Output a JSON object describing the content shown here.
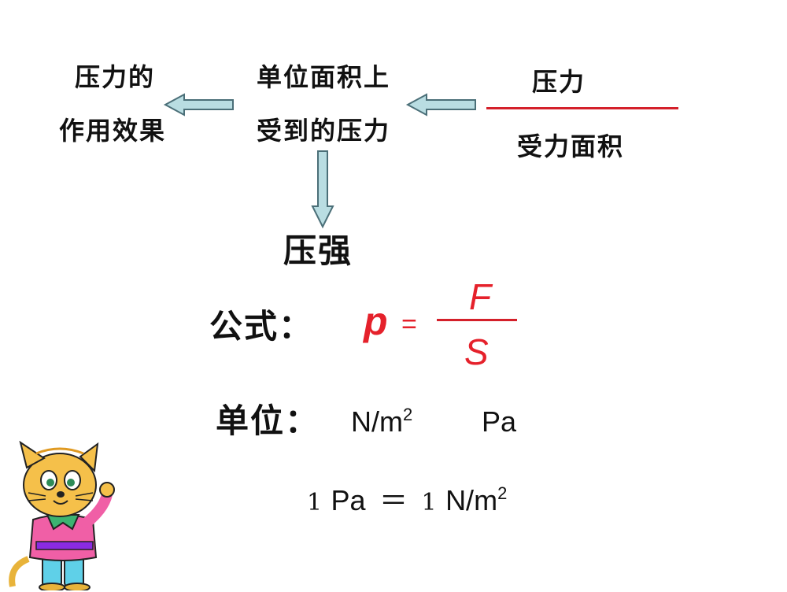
{
  "flow": {
    "effect_line1": "压力的",
    "effect_line2": "作用效果",
    "unit_area_line1": "单位面积上",
    "unit_area_line2": "受到的压力",
    "numerator": "压力",
    "denominator": "受力面积",
    "result": "压强"
  },
  "formula": {
    "label": "公式：",
    "lhs": "p",
    "equals": "=",
    "numerator": "F",
    "denominator": "S"
  },
  "units": {
    "label": "单位：",
    "unit1_base": "N/m",
    "unit1_exp": "2",
    "unit2": "Pa"
  },
  "equivalence": {
    "left_num": "1",
    "left_unit": "Pa",
    "equals": "＝",
    "right_num": "1",
    "right_unit_base": "N/m",
    "right_unit_exp": "2"
  },
  "colors": {
    "formula_red": "#e5212b",
    "arrow_fill": "#b9dde2",
    "arrow_stroke": "#4b6f78",
    "fraction_line": "#d4202a"
  },
  "icons": {
    "mascot": "cartoon-cat-icon",
    "arrows": "block-arrow-icon"
  }
}
